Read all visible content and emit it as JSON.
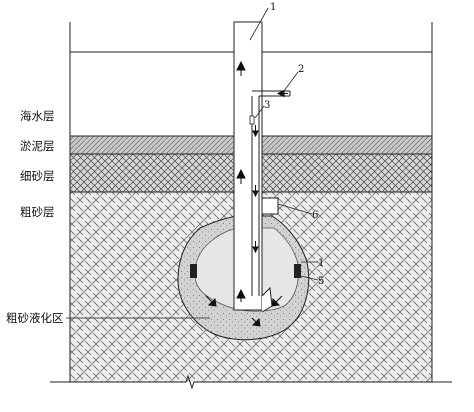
{
  "layers": {
    "seawater": "海水层",
    "silt": "淤泥层",
    "fine_sand": "细砂层",
    "coarse_sand": "粗砂层"
  },
  "zones": {
    "liquefaction": "粗砂液化区"
  },
  "callouts": {
    "c1_top": "1",
    "c2": "2",
    "c3": "3",
    "c6": "6",
    "c1_right": "1",
    "c5": "5"
  },
  "icons": {
    "flow_arrow": "filled-triangle-arrow",
    "break_line": "zigzag-break-symbol"
  }
}
